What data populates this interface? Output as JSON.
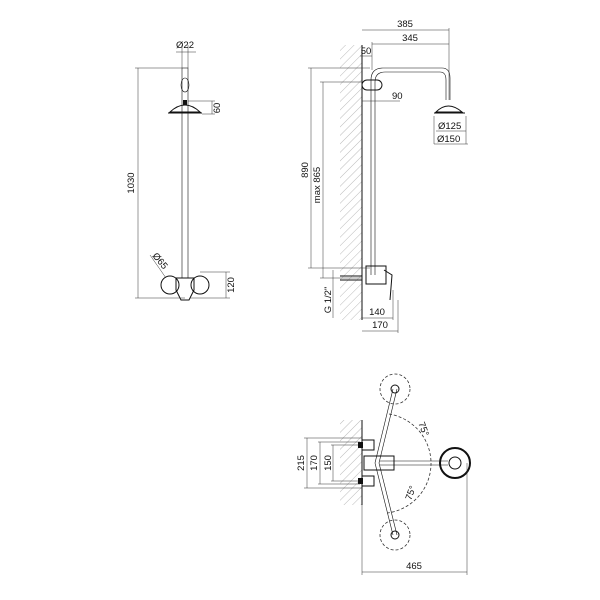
{
  "front_view": {
    "pipe_diameter": "Ø22",
    "total_height": "1030",
    "head_height": "60",
    "handle_diameter": "Ø65",
    "mixer_height": "120"
  },
  "side_view": {
    "arm_reach": "385",
    "arm_length": "345",
    "wall_offset": "50",
    "bracket_offset": "90",
    "head_inner": "Ø125",
    "head_outer": "Ø150",
    "height": "890",
    "max_height": "max 865",
    "thread": "G 1/2\"",
    "mixer_depth": "140",
    "mixer_total_depth": "170"
  },
  "top_view": {
    "angle_top": "75°",
    "angle_bottom": "75°",
    "width_outer": "215",
    "width_mid": "170",
    "width_inner": "150",
    "total_reach": "465"
  }
}
